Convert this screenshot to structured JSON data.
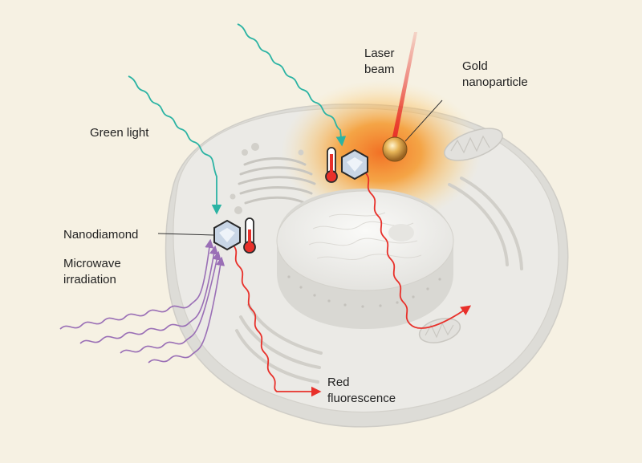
{
  "labels": {
    "laser_line1": "Laser",
    "laser_line2": "beam",
    "gold_line1": "Gold",
    "gold_line2": "nanoparticle",
    "green_light": "Green light",
    "nanodiamond": "Nanodiamond",
    "microwave_line1": "Microwave",
    "microwave_line2": "irradiation",
    "red_line1": "Red",
    "red_line2": "fluorescence"
  },
  "colors": {
    "background": "#f6f1e3",
    "cell": "#ebeae6",
    "green_light": "#2bb3a3",
    "microwave": "#9a6fb6",
    "fluorescence": "#e8302a",
    "laser": "#e8302a",
    "heat_glow": "#f7931e",
    "gold": "#d9a441"
  }
}
